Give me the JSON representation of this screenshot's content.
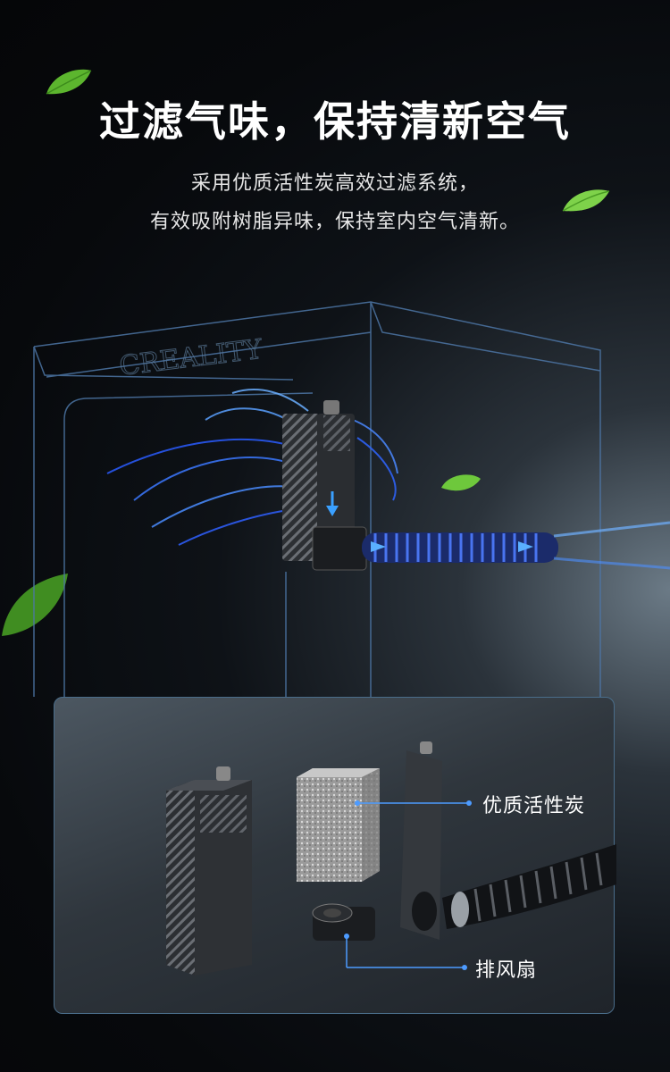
{
  "header": {
    "title": "过滤气味，保持清新空气",
    "subtitle_line1": "采用优质活性炭高效过滤系统，",
    "subtitle_line2": "有效吸附树脂异味，保持室内空气清新。"
  },
  "scene": {
    "brand_watermark": "CREALITY",
    "colors": {
      "accent": "#3a8cff",
      "leaf": "#6fc23a",
      "frame": "#4d76a6"
    }
  },
  "components": {
    "carbon_label": "优质活性炭",
    "fan_label": "排风扇"
  }
}
